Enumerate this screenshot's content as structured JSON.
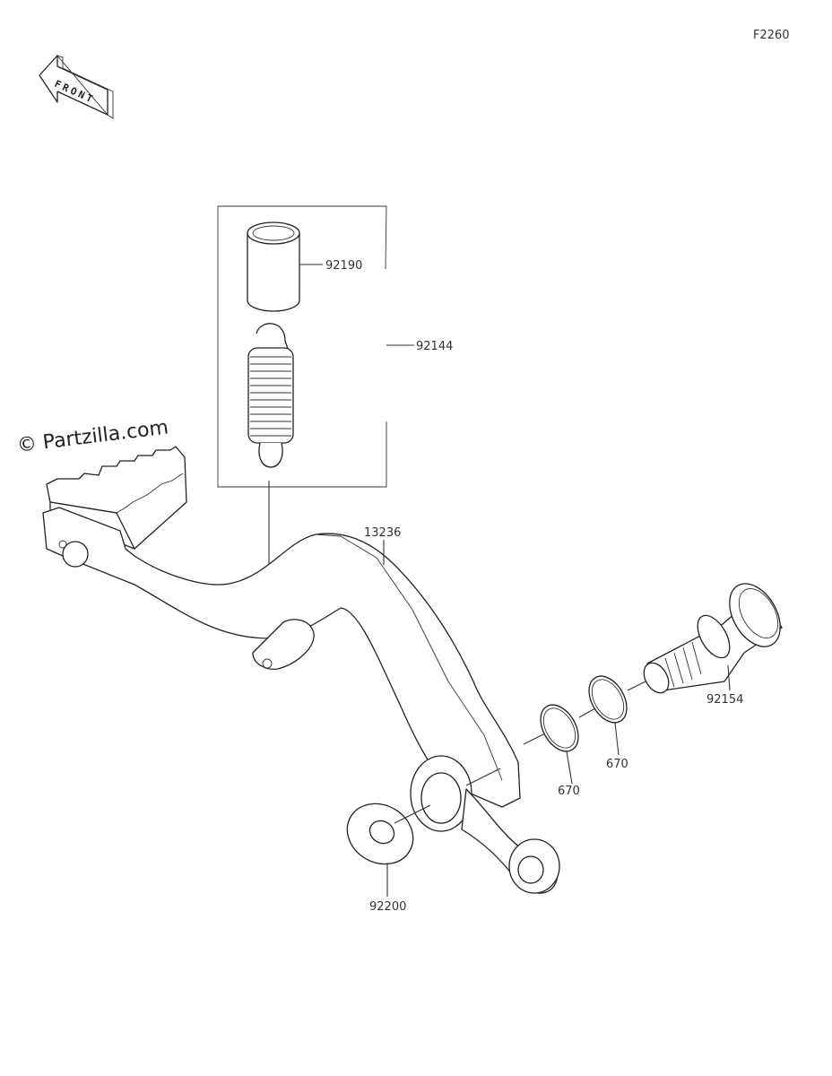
{
  "figure_code": "F2260",
  "watermark": "© Partzilla.com",
  "front_arrow_text": "FRONT",
  "parts": {
    "bushing": "92190",
    "spring_kit": "92144",
    "brake_pedal": "13236",
    "shaft": "92154",
    "o_ring_outer": "670",
    "o_ring_inner": "670",
    "washer": "92200"
  }
}
